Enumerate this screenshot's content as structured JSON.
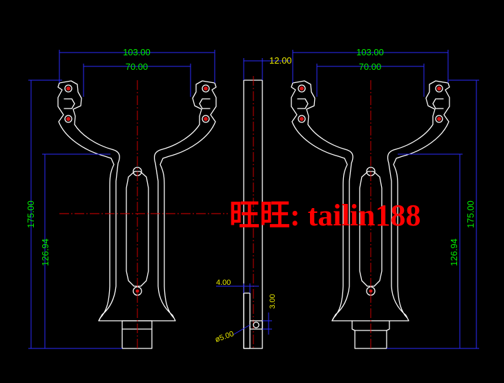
{
  "colors": {
    "background": "#000000",
    "outline": "#ffffff",
    "dimension": "#2b2bff",
    "centerline": "#e00000",
    "dim_text_vertical": "#00ee00",
    "dim_text_horizontal": "#00ee00",
    "dim_text_small": "#e8e800",
    "watermark": "#ff0000"
  },
  "dimensions": {
    "outer_width": "103.00",
    "inner_width": "70.00",
    "thickness": "12.00",
    "total_height": "175.00",
    "handle_height": "126.94",
    "notch_width": "4.00",
    "notch_depth": "3.00",
    "pin_diameter": "ø5.00"
  },
  "watermark": {
    "text": "旺旺: tailin188"
  }
}
